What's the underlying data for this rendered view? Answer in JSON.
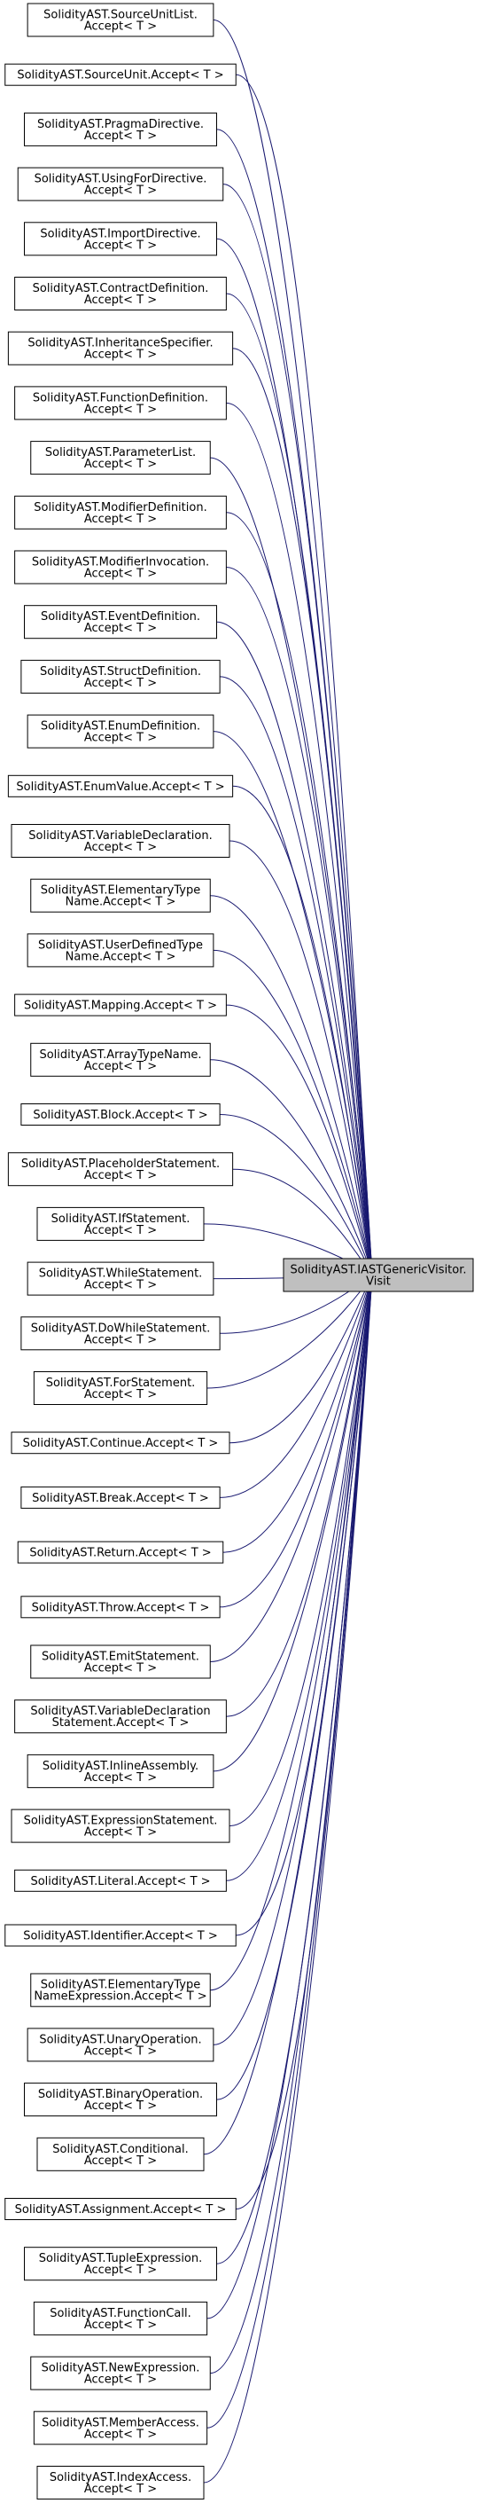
{
  "diagram": {
    "kind": "caller-graph",
    "colors": {
      "edge": "#191970",
      "box_border": "#000000",
      "box_fill": "#ffffff",
      "target_fill": "#bfbfbf",
      "text": "#000000"
    },
    "target": {
      "lines": [
        "SolidityAST.IASTGenericVisitor.",
        "Visit"
      ]
    },
    "callers": [
      {
        "lines": [
          "SolidityAST.SourceUnitList.",
          "Accept< T >"
        ]
      },
      {
        "lines": [
          "SolidityAST.SourceUnit.Accept< T >"
        ]
      },
      {
        "lines": [
          "SolidityAST.PragmaDirective.",
          "Accept< T >"
        ]
      },
      {
        "lines": [
          "SolidityAST.UsingForDirective.",
          "Accept< T >"
        ]
      },
      {
        "lines": [
          "SolidityAST.ImportDirective.",
          "Accept< T >"
        ]
      },
      {
        "lines": [
          "SolidityAST.ContractDefinition.",
          "Accept< T >"
        ]
      },
      {
        "lines": [
          "SolidityAST.InheritanceSpecifier.",
          "Accept< T >"
        ]
      },
      {
        "lines": [
          "SolidityAST.FunctionDefinition.",
          "Accept< T >"
        ]
      },
      {
        "lines": [
          "SolidityAST.ParameterList.",
          "Accept< T >"
        ]
      },
      {
        "lines": [
          "SolidityAST.ModifierDefinition.",
          "Accept< T >"
        ]
      },
      {
        "lines": [
          "SolidityAST.ModifierInvocation.",
          "Accept< T >"
        ]
      },
      {
        "lines": [
          "SolidityAST.EventDefinition.",
          "Accept< T >"
        ]
      },
      {
        "lines": [
          "SolidityAST.StructDefinition.",
          "Accept< T >"
        ]
      },
      {
        "lines": [
          "SolidityAST.EnumDefinition.",
          "Accept< T >"
        ]
      },
      {
        "lines": [
          "SolidityAST.EnumValue.Accept< T >"
        ]
      },
      {
        "lines": [
          "SolidityAST.VariableDeclaration.",
          "Accept< T >"
        ]
      },
      {
        "lines": [
          "SolidityAST.ElementaryType",
          "Name.Accept< T >"
        ]
      },
      {
        "lines": [
          "SolidityAST.UserDefinedType",
          "Name.Accept< T >"
        ]
      },
      {
        "lines": [
          "SolidityAST.Mapping.Accept< T >"
        ]
      },
      {
        "lines": [
          "SolidityAST.ArrayTypeName.",
          "Accept< T >"
        ]
      },
      {
        "lines": [
          "SolidityAST.Block.Accept< T >"
        ]
      },
      {
        "lines": [
          "SolidityAST.PlaceholderStatement.",
          "Accept< T >"
        ]
      },
      {
        "lines": [
          "SolidityAST.IfStatement.",
          "Accept< T >"
        ]
      },
      {
        "lines": [
          "SolidityAST.WhileStatement.",
          "Accept< T >"
        ]
      },
      {
        "lines": [
          "SolidityAST.DoWhileStatement.",
          "Accept< T >"
        ]
      },
      {
        "lines": [
          "SolidityAST.ForStatement.",
          "Accept< T >"
        ]
      },
      {
        "lines": [
          "SolidityAST.Continue.Accept< T >"
        ]
      },
      {
        "lines": [
          "SolidityAST.Break.Accept< T >"
        ]
      },
      {
        "lines": [
          "SolidityAST.Return.Accept< T >"
        ]
      },
      {
        "lines": [
          "SolidityAST.Throw.Accept< T >"
        ]
      },
      {
        "lines": [
          "SolidityAST.EmitStatement.",
          "Accept< T >"
        ]
      },
      {
        "lines": [
          "SolidityAST.VariableDeclaration",
          "Statement.Accept< T >"
        ]
      },
      {
        "lines": [
          "SolidityAST.InlineAssembly.",
          "Accept< T >"
        ]
      },
      {
        "lines": [
          "SolidityAST.ExpressionStatement.",
          "Accept< T >"
        ]
      },
      {
        "lines": [
          "SolidityAST.Literal.Accept< T >"
        ]
      },
      {
        "lines": [
          "SolidityAST.Identifier.Accept< T >"
        ]
      },
      {
        "lines": [
          "SolidityAST.ElementaryType",
          "NameExpression.Accept< T >"
        ]
      },
      {
        "lines": [
          "SolidityAST.UnaryOperation.",
          "Accept< T >"
        ]
      },
      {
        "lines": [
          "SolidityAST.BinaryOperation.",
          "Accept< T >"
        ]
      },
      {
        "lines": [
          "SolidityAST.Conditional.",
          "Accept< T >"
        ]
      },
      {
        "lines": [
          "SolidityAST.Assignment.Accept< T >"
        ]
      },
      {
        "lines": [
          "SolidityAST.TupleExpression.",
          "Accept< T >"
        ]
      },
      {
        "lines": [
          "SolidityAST.FunctionCall.",
          "Accept< T >"
        ]
      },
      {
        "lines": [
          "SolidityAST.NewExpression.",
          "Accept< T >"
        ]
      },
      {
        "lines": [
          "SolidityAST.MemberAccess.",
          "Accept< T >"
        ]
      },
      {
        "lines": [
          "SolidityAST.IndexAccess.",
          "Accept< T >"
        ]
      }
    ]
  }
}
